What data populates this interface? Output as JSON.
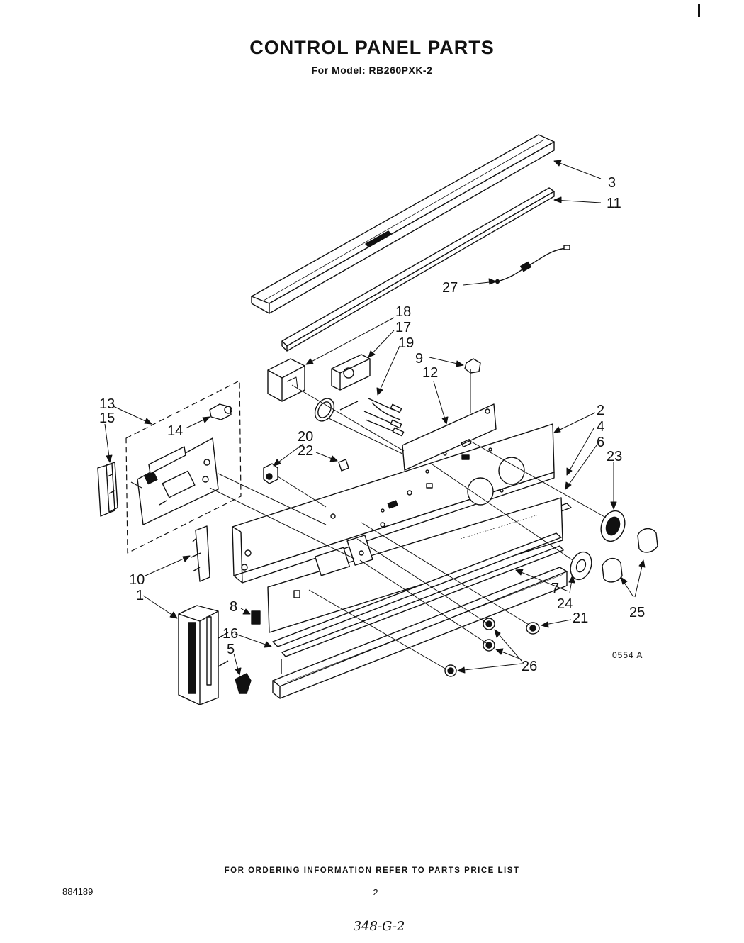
{
  "header": {
    "title": "CONTROL PANEL PARTS",
    "subtitle": "For Model: RB260PXK-2"
  },
  "diagram": {
    "figure_code": "0554 A",
    "callouts": [
      "1",
      "2",
      "3",
      "4",
      "5",
      "6",
      "7",
      "8",
      "9",
      "10",
      "11",
      "12",
      "13",
      "14",
      "15",
      "16",
      "17",
      "18",
      "19",
      "20",
      "21",
      "22",
      "23",
      "24",
      "25",
      "26",
      "27"
    ]
  },
  "footer": {
    "notice": "FOR ORDERING INFORMATION REFER TO PARTS PRICE LIST",
    "doc_number": "884189",
    "page_number": "2",
    "handwritten_note": "348-G-2"
  }
}
